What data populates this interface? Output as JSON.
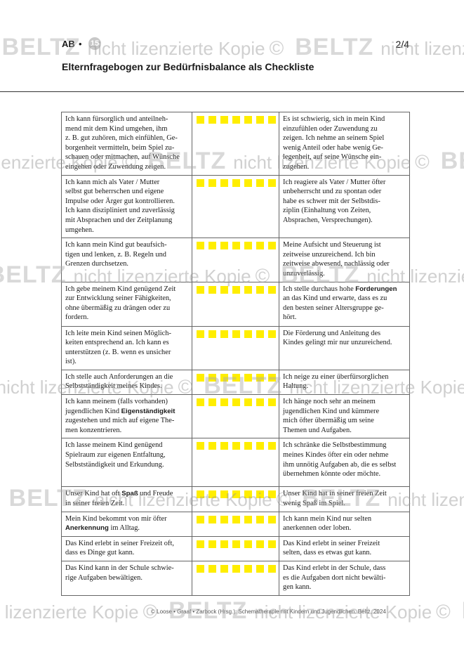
{
  "header": {
    "ab": "AB",
    "bullet": "•",
    "number": "15",
    "page": "2/4",
    "title": "Elternfragebogen zur Bedürfnisbalance als Checkliste"
  },
  "rows": [
    {
      "left": [
        "Ich kann fürsorglich und anteilneh-",
        "mend mit dem Kind umgehen, ihm",
        "z. B. gut zuhören, mich einfühlen, Ge-",
        "borgenheit vermitteln, beim Spiel zu-",
        "schauen oder mitmachen, auf Wünsche",
        "eingehen oder Zuwendung zeigen."
      ],
      "right": [
        "Es ist schwierig, sich in mein Kind",
        "einzufühlen oder Zuwendung zu",
        "zeigen. Ich nehme an seinem Spiel",
        "wenig Anteil oder habe wenig Ge-",
        "legenheit, auf seine Wünsche ein-",
        "zugehen."
      ]
    },
    {
      "left": [
        "Ich kann mich als Vater / Mutter",
        "selbst gut beherrschen und eigene",
        "Impulse oder Ärger gut kontrollieren.",
        "Ich kann diszipliniert und zuverlässig",
        "mit Absprachen und der Zeitplanung",
        "umgehen."
      ],
      "right": [
        "Ich reagiere als Vater / Mutter öfter",
        "unbeherrscht und zu spontan oder",
        "habe es schwer mit der Selbstdis-",
        "ziplin (Einhaltung von Zeiten,",
        "Absprachen, Versprechungen)."
      ]
    },
    {
      "left": [
        "Ich kann mein Kind gut beaufsich-",
        "tigen und lenken, z. B. Regeln und",
        "Grenzen durchsetzen."
      ],
      "right": [
        "Meine Aufsicht und Steuerung ist",
        "zeitweise unzureichend. Ich bin",
        "zeitweise abwesend, nachlässig oder",
        "unzuverlässig."
      ]
    },
    {
      "left": [
        "Ich gebe meinem Kind genügend Zeit",
        "zur Entwicklung seiner Fähigkeiten,",
        "ohne übermäßig zu drängen oder zu",
        "fordern."
      ],
      "right_pre": "Ich stelle durchaus hohe ",
      "right_hl": "Forderungen",
      "right_post": [
        "an das Kind und erwarte, dass es zu",
        "den besten seiner Altersgruppe ge-",
        "hört."
      ]
    },
    {
      "left": [
        "Ich leite mein Kind seinen Möglich-",
        "keiten entsprechend an. Ich kann es",
        "unterstützen (z. B. wenn es unsicher",
        "ist)."
      ],
      "right": [
        "Die Förderung und Anleitung des",
        "Kindes gelingt mir nur unzureichend."
      ]
    },
    {
      "left": [
        "Ich stelle auch Anforderungen an die",
        "Selbstständigkeit meines Kindes."
      ],
      "right": [
        "Ich neige zu einer überfürsorglichen",
        "Haltung."
      ]
    },
    {
      "left_pre": [
        "Ich kann meinem (falls vorhanden)"
      ],
      "left_hl_pre": "jugendlichen Kind ",
      "left_hl": "Eigenständigkeit",
      "left_post": [
        "zugestehen und mich auf eigene The-",
        "men konzentrieren."
      ],
      "right": [
        "Ich hänge noch sehr an meinem",
        "jugendlichen Kind und kümmere",
        "mich öfter übermäßig um seine",
        "Themen und Aufgaben."
      ]
    },
    {
      "left": [
        "Ich lasse meinem Kind genügend",
        "Spielraum zur eigenen Entfaltung,",
        "Selbstständigkeit und Erkundung."
      ],
      "right": [
        "Ich schränke die Selbstbestimmung",
        "meines Kindes öfter ein oder nehme",
        "ihm unnötig Aufgaben ab, die es selbst",
        "übernehmen könnte oder möchte."
      ]
    },
    {
      "left_hl_pre": "Unser Kind hat oft ",
      "left_hl": "Spaß",
      "left_hl_post": " und Freude",
      "left_post": [
        "in seiner freien Zeit."
      ],
      "right": [
        "Unser Kind hat in seiner freien Zeit",
        "wenig Spaß im Spiel."
      ]
    },
    {
      "left_pre": [
        "Mein Kind bekommt von mir öfter"
      ],
      "left_hl_pre": "",
      "left_hl": "Anerkennung",
      "left_hl_post": " im Alltag.",
      "right": [
        "Ich kann mein Kind nur selten",
        "anerkennen oder loben."
      ]
    },
    {
      "left": [
        "Das Kind erlebt in seiner Freizeit oft,",
        "dass es Dinge gut kann."
      ],
      "right": [
        "Das Kind erlebt in seiner Freizeit",
        "selten, dass es etwas gut kann."
      ]
    },
    {
      "left": [
        "Das Kind kann in der Schule schwie-",
        "rige Aufgaben bewältigen."
      ],
      "right": [
        "Das Kind erlebt in der Schule, dass",
        "es die Aufgaben dort nicht bewälti-",
        "gen kann."
      ]
    }
  ],
  "footer": "© Loose • Graaf • Zarbock (Hrsg.): Schematherapie mit Kindern und Jugendlichen. Beltz, 2024",
  "watermark": {
    "brand": "BELTZ",
    "text": "nicht lizenzierte Kopie",
    "copyright": "©"
  },
  "colors": {
    "box": "#ffee00",
    "border": "#666666"
  }
}
